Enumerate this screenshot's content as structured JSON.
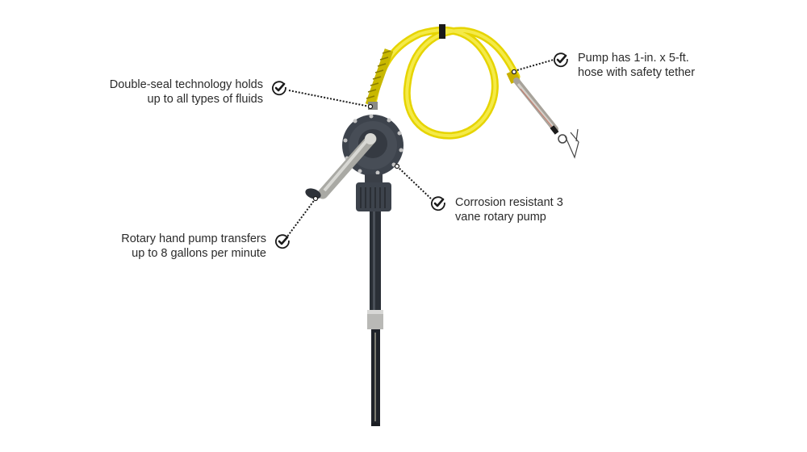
{
  "product": {
    "name": "Rotary hand pump with hose",
    "hose_color": "#f2e41a",
    "body_color": "#3d434c",
    "handle_color": "#b8b8b4",
    "text_color": "#2b2b2b"
  },
  "callouts": [
    {
      "id": "double-seal",
      "lines": [
        "Double-seal technology holds",
        "up to all types of fluids"
      ],
      "icon": "check-circle-icon"
    },
    {
      "id": "hose",
      "lines": [
        "Pump has 1-in. x 5-ft.",
        "hose with safety tether"
      ],
      "icon": "check-circle-icon"
    },
    {
      "id": "corrosion",
      "lines": [
        "Corrosion resistant 3",
        "vane rotary pump"
      ],
      "icon": "check-circle-icon"
    },
    {
      "id": "rotary",
      "lines": [
        "Rotary hand pump transfers",
        "up to 8 gallons per minute"
      ],
      "icon": "check-circle-icon"
    }
  ]
}
